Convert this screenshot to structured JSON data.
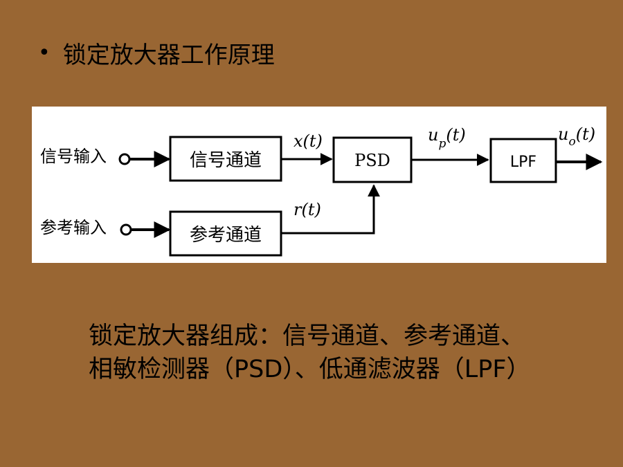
{
  "slide": {
    "heading": "锁定放大器工作原理",
    "caption": "锁定放大器组成：信号通道、参考通道、相敏检测器（PSD）、低通滤波器（LPF）"
  },
  "diagram": {
    "input_signal_label": "信号输入",
    "input_reference_label": "参考输入",
    "block_signal_channel": "信号通道",
    "block_reference_channel": "参考通道",
    "block_psd": "PSD",
    "block_lpf": "LPF",
    "signal_x": "x(t)",
    "signal_r": "r(t)",
    "signal_up_main": "u",
    "signal_up_sub": "p",
    "signal_up_arg": "(t)",
    "signal_uo_main": "u",
    "signal_uo_sub": "o",
    "signal_uo_arg": "(t)"
  }
}
